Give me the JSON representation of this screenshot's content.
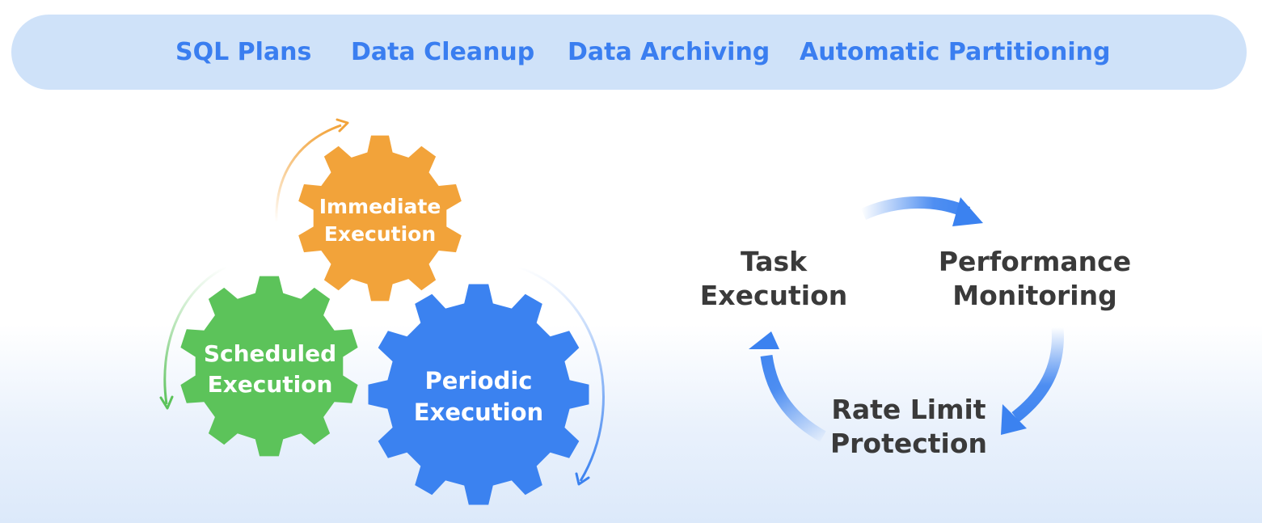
{
  "tabs": [
    {
      "label": "SQL Plans"
    },
    {
      "label": "Data Cleanup"
    },
    {
      "label": "Data Archiving"
    },
    {
      "label": "Automatic Partitioning"
    }
  ],
  "gears": {
    "immediate": {
      "line1": "Immediate",
      "line2": "Execution",
      "color": "#f2a33a"
    },
    "scheduled": {
      "line1": "Scheduled",
      "line2": "Execution",
      "color": "#5cc35a"
    },
    "periodic": {
      "line1": "Periodic",
      "line2": "Execution",
      "color": "#3b82f0"
    }
  },
  "cycle": {
    "task": {
      "line1": "Task",
      "line2": "Execution"
    },
    "monitor": {
      "line1": "Performance",
      "line2": "Monitoring"
    },
    "rate": {
      "line1": "Rate Limit",
      "line2": "Protection"
    },
    "arrow_color": "#3b82f0"
  }
}
